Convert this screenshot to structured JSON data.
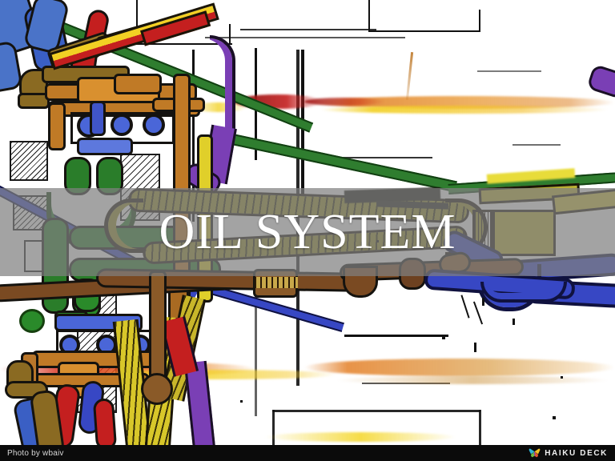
{
  "slide": {
    "title": "OIL SYSTEM",
    "title_color": "#ffffff",
    "band_color": "#808080",
    "background_color": "#ffffff",
    "subject": "hand-colored technical sketch of an aircraft engine oil system"
  },
  "footer": {
    "credit": "Photo by wbaiv",
    "brand_name": "HAIKU DECK",
    "brand_icon": "butterfly-icon",
    "background_color": "#0b0b0b",
    "text_color": "#d8d8d8"
  },
  "palette": {
    "ink": "#15130f",
    "copper": "#b9762a",
    "brass": "#8a6a22",
    "olive": "#8d8b22",
    "green": "#2a7d2a",
    "blue": "#3747c4",
    "royal": "#2a2fb0",
    "red": "#c41f1f",
    "crimson": "#8d1212",
    "purple": "#7a3fb5",
    "orange": "#e08a25",
    "yellow": "#f2d024",
    "brown": "#7a4a22"
  }
}
